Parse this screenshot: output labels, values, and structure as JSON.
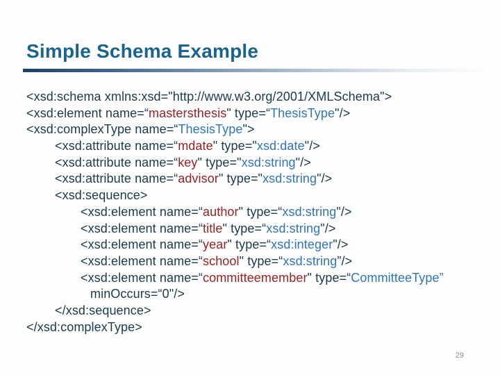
{
  "slide": {
    "title": "Simple Schema Example",
    "page_number": "29",
    "colors": {
      "title": "#19648F",
      "code_text": "#1C394E",
      "name_value": "#9E2023",
      "type_value": "#2F74C0",
      "rule_gradient_start": "#1d4268",
      "rule_gradient_end": "#ffffff",
      "background": "#fdfdfd"
    }
  },
  "code": {
    "language": "xml-schema",
    "lines": [
      {
        "indent": 0,
        "segments": [
          {
            "s": "dark",
            "t": "<xsd:schema xmlns:xsd=\"http://www.w3.org/2001/XMLSchema\">"
          }
        ]
      },
      {
        "indent": 0,
        "segments": [
          {
            "s": "dark",
            "t": "<xsd:element name=“"
          },
          {
            "s": "name",
            "t": "mastersthesis"
          },
          {
            "s": "dark",
            "t": "\" type=“"
          },
          {
            "s": "type",
            "t": "ThesisType"
          },
          {
            "s": "dark",
            "t": "\"/>"
          }
        ]
      },
      {
        "indent": 0,
        "segments": [
          {
            "s": "dark",
            "t": "<xsd:complexType name=“"
          },
          {
            "s": "type",
            "t": "ThesisType"
          },
          {
            "s": "dark",
            "t": "\">"
          }
        ]
      },
      {
        "indent": 1,
        "segments": [
          {
            "s": "dark",
            "t": "<xsd:attribute name=“"
          },
          {
            "s": "name",
            "t": "mdate"
          },
          {
            "s": "dark",
            "t": "\" type=\""
          },
          {
            "s": "type",
            "t": "xsd:date"
          },
          {
            "s": "dark",
            "t": "\"/>"
          }
        ]
      },
      {
        "indent": 1,
        "segments": [
          {
            "s": "dark",
            "t": "<xsd:attribute name=“"
          },
          {
            "s": "name",
            "t": "key"
          },
          {
            "s": "dark",
            "t": "\" type=\""
          },
          {
            "s": "type",
            "t": "xsd:string"
          },
          {
            "s": "dark",
            "t": "\"/>"
          }
        ]
      },
      {
        "indent": 1,
        "segments": [
          {
            "s": "dark",
            "t": "<xsd:attribute name=“"
          },
          {
            "s": "name",
            "t": "advisor"
          },
          {
            "s": "dark",
            "t": "\" type=\""
          },
          {
            "s": "type",
            "t": "xsd:string"
          },
          {
            "s": "dark",
            "t": "\"/>"
          }
        ]
      },
      {
        "indent": 1,
        "segments": [
          {
            "s": "dark",
            "t": "<xsd:sequence>"
          }
        ]
      },
      {
        "indent": 2,
        "segments": [
          {
            "s": "dark",
            "t": "<xsd:element name=“"
          },
          {
            "s": "name",
            "t": "author"
          },
          {
            "s": "dark",
            "t": "\" type=“"
          },
          {
            "s": "type",
            "t": "xsd:string"
          },
          {
            "s": "dark",
            "t": "\"/>"
          }
        ]
      },
      {
        "indent": 2,
        "segments": [
          {
            "s": "dark",
            "t": "<xsd:element name=“"
          },
          {
            "s": "name",
            "t": "title"
          },
          {
            "s": "dark",
            "t": "\" type=“"
          },
          {
            "s": "type",
            "t": "xsd:string"
          },
          {
            "s": "dark",
            "t": "\"/>"
          }
        ]
      },
      {
        "indent": 2,
        "segments": [
          {
            "s": "dark",
            "t": "<xsd:element name=“"
          },
          {
            "s": "name",
            "t": "year"
          },
          {
            "s": "dark",
            "t": "\" type=“"
          },
          {
            "s": "type",
            "t": "xsd:integer"
          },
          {
            "s": "dark",
            "t": "\"/>"
          }
        ]
      },
      {
        "indent": 2,
        "segments": [
          {
            "s": "dark",
            "t": "<xsd:element name=“"
          },
          {
            "s": "name",
            "t": "school"
          },
          {
            "s": "dark",
            "t": "\" type=“"
          },
          {
            "s": "type",
            "t": "xsd:string"
          },
          {
            "s": "dark",
            "t": "”/>"
          }
        ]
      },
      {
        "indent": 2,
        "segments": [
          {
            "s": "dark",
            "t": "<xsd:element name=“"
          },
          {
            "s": "name",
            "t": "committeemember"
          },
          {
            "s": "dark",
            "t": "\" type=“"
          },
          {
            "s": "type",
            "t": "CommitteeType”"
          }
        ]
      },
      {
        "indent": 3,
        "segments": [
          {
            "s": "dark",
            "t": "minOccurs=“0\"/>"
          }
        ]
      },
      {
        "indent": 1,
        "segments": [
          {
            "s": "dark",
            "t": "</xsd:sequence>"
          }
        ]
      },
      {
        "indent": 0,
        "segments": [
          {
            "s": "dark",
            "t": "</xsd:complexType>"
          }
        ]
      }
    ]
  }
}
